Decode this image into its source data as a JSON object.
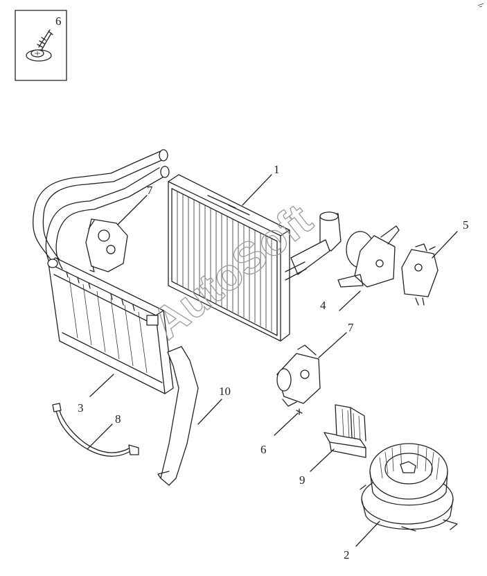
{
  "watermark": "AutoSoft",
  "inset": {
    "callout": "6"
  },
  "callouts": {
    "evaporator": "1",
    "blower_motor": "2",
    "heater_core": "3",
    "actuator_mid": "4",
    "actuator_right": "5",
    "screw": "6",
    "actuator_top_left": "7",
    "actuator_center": "7",
    "sensor_wire": "8",
    "resistor": "9",
    "drain_hose": "10"
  }
}
